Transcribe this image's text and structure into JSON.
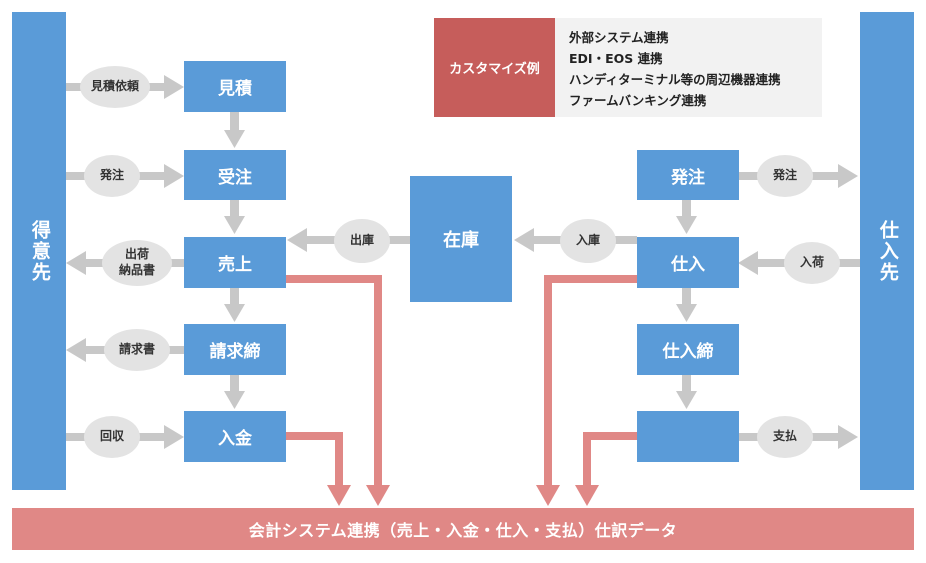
{
  "customers": {
    "label": "得意先"
  },
  "suppliers": {
    "label": "仕入先"
  },
  "customization": {
    "label": "カスタマイズ例",
    "items": [
      "外部システム連携",
      "EDI・EOS 連携",
      "ハンディターミナル等の周辺機器連携",
      "ファームバンキング連携"
    ]
  },
  "sales_flow": {
    "estimate": "見積",
    "order_received": "受注",
    "sales": "売上",
    "billing_close": "請求締",
    "payment_received": "入金"
  },
  "purchase_flow": {
    "order_placed": "発注",
    "purchase": "仕入",
    "purchase_close": "仕入締",
    "payment": ""
  },
  "inventory": "在庫",
  "documents": {
    "estimate_request": "見積依頼",
    "order": "発注",
    "shipping_line1": "出荷",
    "shipping_line2": "納品書",
    "invoice": "請求書",
    "collection": "回収",
    "outbound": "出庫",
    "inbound": "入庫",
    "supplier_order": "発注",
    "receiving": "入荷",
    "pay_out": "支払"
  },
  "accounting": "会計システム連携（売上・入金・仕入・支払）仕訳データ",
  "colors": {
    "blue": "#5a9bd8",
    "gray_arrow": "#c8c8c8",
    "oval": "#e3e3e3",
    "red_label": "#c65d5b",
    "pink": "#e08886"
  }
}
